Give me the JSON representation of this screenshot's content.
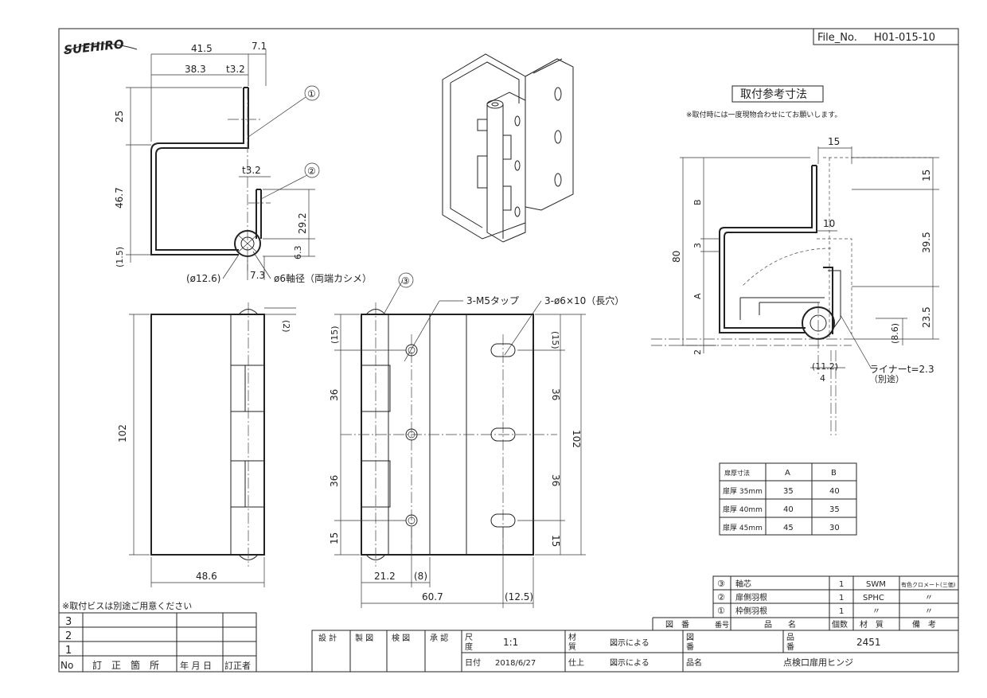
{
  "logo": {
    "text": "SUEHIRO"
  },
  "file_no": {
    "label": "File_No.",
    "value": "H01-015-10"
  },
  "mounting": {
    "title": "取付参考寸法",
    "note": "※取付時には一度現物合わせにてお願いします。"
  },
  "dims": {
    "d41_5": "41.5",
    "d7_1": "7.1",
    "d38_3": "38.3",
    "t3_2a": "t3.2",
    "d25": "25",
    "d46_7": "46.7",
    "t3_2b": "t3.2",
    "d29_2": "29.2",
    "d6_3": "6.3",
    "d1_5": "(1.5)",
    "d7_3": "7.3",
    "d12_6": "(ø12.6)",
    "pin_note": "ø6軸径（両端カシメ）",
    "d2": "(2)",
    "d102a": "102",
    "d48_6": "48.6",
    "tap": "3-M5タップ",
    "slot": "3-ø6×10（長穴）",
    "d15a": "(15)",
    "d36a": "36",
    "d36b": "36",
    "d15b": "15",
    "d15c": "(15)",
    "d36c": "36",
    "d36d": "36",
    "d15d": "15",
    "d102b": "102",
    "d21_2": "21.2",
    "d8": "(8)",
    "d60_7": "60.7",
    "d12_5": "(12.5)",
    "m15top": "15",
    "m15side": "15",
    "m39_5": "39.5",
    "m23_5": "23.5",
    "m8_6": "(8.6)",
    "m80": "80",
    "mB": "B",
    "m3": "3",
    "mA": "A",
    "m2": "2",
    "m10": "10",
    "m11_2": "(11.2)",
    "m4": "4",
    "liner": "ライナーt=2.3",
    "liner2": "（別途）",
    "n1": "①",
    "n2": "②",
    "n3": "③"
  },
  "door_table": {
    "headers": [
      "扉厚寸法",
      "A",
      "B"
    ],
    "rows": [
      [
        "扉厚 35mm",
        "35",
        "40"
      ],
      [
        "扉厚 40mm",
        "40",
        "35"
      ],
      [
        "扉厚 45mm",
        "45",
        "30"
      ]
    ]
  },
  "parts": {
    "rows": [
      {
        "no": "③",
        "name": "軸芯",
        "qty": "1",
        "mat": "SWM",
        "note": "有色クロメート(三価)"
      },
      {
        "no": "②",
        "name": "扉側羽根",
        "qty": "1",
        "mat": "SPHC",
        "note": "〃"
      },
      {
        "no": "①",
        "name": "枠側羽根",
        "qty": "1",
        "mat": "〃",
        "note": "〃"
      }
    ],
    "header": {
      "zuban": "図　番",
      "no": "番号",
      "name": "品　　名",
      "qty": "個数",
      "mat": "材　質",
      "note": "備　考"
    }
  },
  "screw_note": "※取付ビスは別途ご用意ください",
  "revision": {
    "rows": [
      "3",
      "2",
      "1"
    ],
    "header": {
      "no": "No",
      "place": "訂　正　箇　所",
      "date": "年 月 日",
      "by": "訂正者"
    }
  },
  "title_block": {
    "design": "設 計",
    "draft": "製 図",
    "check": "検 図",
    "approve": "承 認",
    "scale_label": "尺\n度",
    "scale_l1": "尺",
    "scale_l2": "度",
    "scale": "1:1",
    "material_l1": "材",
    "material_l2": "質",
    "material": "図示による",
    "drawing_l1": "図",
    "drawing_l2": "番",
    "item_l1": "品",
    "item_l2": "番",
    "item_no": "2451",
    "date_label": "日付",
    "date": "2018/6/27",
    "finish_label": "仕上",
    "finish": "図示による",
    "name_label": "品名",
    "name": "点検口扉用ヒンジ"
  }
}
